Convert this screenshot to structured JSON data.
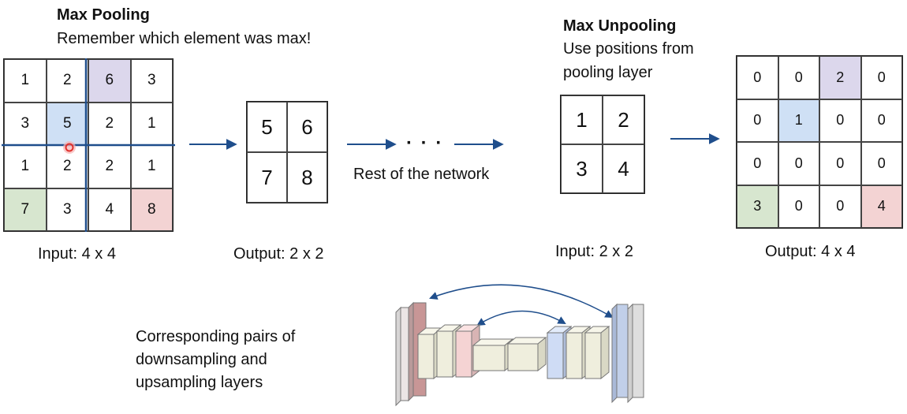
{
  "pooling": {
    "title": "Max Pooling",
    "subtitle": "Remember which element was max!",
    "input_caption": "Input: 4 x 4",
    "output_caption": "Output: 2 x 2",
    "input_grid": [
      [
        "1",
        "2",
        "6",
        "3"
      ],
      [
        "3",
        "5",
        "2",
        "1"
      ],
      [
        "1",
        "2",
        "2",
        "1"
      ],
      [
        "7",
        "3",
        "4",
        "8"
      ]
    ],
    "output_grid": [
      [
        "5",
        "6"
      ],
      [
        "7",
        "8"
      ]
    ]
  },
  "middle": {
    "ellipsis": "· · ·",
    "rest_label": "Rest of the network"
  },
  "unpooling": {
    "title": "Max Unpooling",
    "subtitle_line1": "Use positions from",
    "subtitle_line2": "pooling layer",
    "input_caption": "Input: 2 x 2",
    "output_caption": "Output: 4 x 4",
    "input_grid": [
      [
        "1",
        "2"
      ],
      [
        "3",
        "4"
      ]
    ],
    "output_grid": [
      [
        "0",
        "0",
        "2",
        "0"
      ],
      [
        "0",
        "1",
        "0",
        "0"
      ],
      [
        "0",
        "0",
        "0",
        "0"
      ],
      [
        "3",
        "0",
        "0",
        "4"
      ]
    ]
  },
  "bottom": {
    "line1": "Corresponding pairs of",
    "line2": "downsampling and",
    "line3": "upsampling layers"
  },
  "colors": {
    "purple": "#dcd7ec",
    "blue": "#cfe0f5",
    "green": "#d7e6cf",
    "red": "#f3d3d3",
    "arrow": "#1f4e8c",
    "pool_line": "#1f4e8c",
    "cursor": "#e0302c"
  }
}
